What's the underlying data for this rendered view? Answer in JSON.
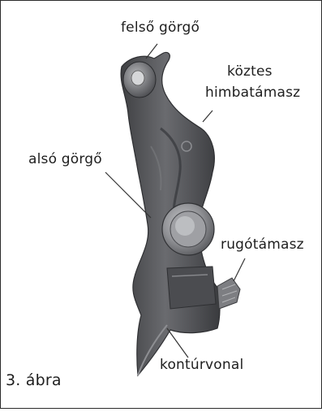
{
  "labels": {
    "upper_roller": "felső görgő",
    "intermediate_pivot_line1": "köztes",
    "intermediate_pivot_line2": "himbatámasz",
    "lower_roller": "alsó görgő",
    "spring_support": "rugótámasz",
    "contour_line": "kontúrvonal"
  },
  "caption": "3. ábra",
  "colors": {
    "text": "#1e1e1e",
    "frame": "#2b2b2b",
    "leader": "#333333",
    "metal_dark": "#4a4b4e",
    "metal_mid": "#6e6f73",
    "metal_light": "#a9aaae",
    "roller": "#9a9b9f"
  }
}
